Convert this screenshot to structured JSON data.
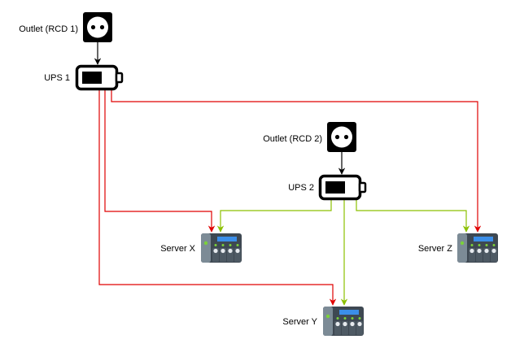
{
  "diagram": {
    "type": "power-topology",
    "colors": {
      "ups1_lines": "#e00000",
      "ups2_lines": "#8cc000",
      "feed_lines": "#000000",
      "server_body": "#3e4852",
      "server_side": "#7c8b96",
      "server_display": "#3b8ee8",
      "server_led": "#7bd13a"
    },
    "nodes": {
      "outlet1": {
        "label": "Outlet (RCD 1)",
        "icon": "power-outlet-icon"
      },
      "outlet2": {
        "label": "Outlet (RCD 2)",
        "icon": "power-outlet-icon"
      },
      "ups1": {
        "label": "UPS 1",
        "icon": "battery-icon"
      },
      "ups2": {
        "label": "UPS 2",
        "icon": "battery-icon"
      },
      "serverX": {
        "label": "Server X",
        "icon": "nas-server-icon"
      },
      "serverY": {
        "label": "Server Y",
        "icon": "nas-server-icon"
      },
      "serverZ": {
        "label": "Server Z",
        "icon": "nas-server-icon"
      }
    },
    "edges": [
      {
        "from": "outlet1",
        "to": "ups1",
        "color": "feed_lines"
      },
      {
        "from": "outlet2",
        "to": "ups2",
        "color": "feed_lines"
      },
      {
        "from": "ups1",
        "to": "serverX",
        "color": "ups1_lines"
      },
      {
        "from": "ups1",
        "to": "serverY",
        "color": "ups1_lines"
      },
      {
        "from": "ups1",
        "to": "serverZ",
        "color": "ups1_lines"
      },
      {
        "from": "ups2",
        "to": "serverX",
        "color": "ups2_lines"
      },
      {
        "from": "ups2",
        "to": "serverY",
        "color": "ups2_lines"
      },
      {
        "from": "ups2",
        "to": "serverZ",
        "color": "ups2_lines"
      }
    ]
  }
}
